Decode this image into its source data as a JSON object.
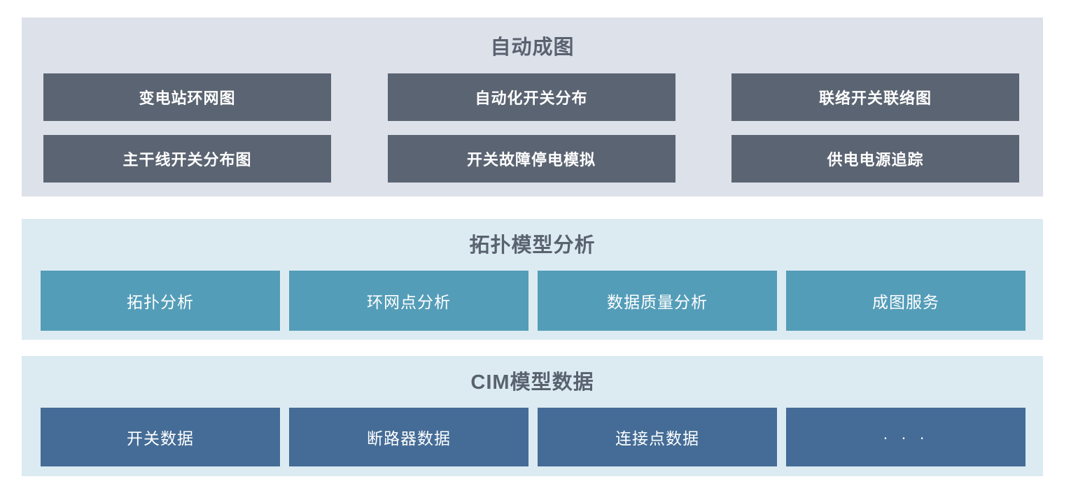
{
  "page": {
    "background": "#ffffff",
    "title_color": "#5a6270"
  },
  "sections": [
    {
      "title": "自动成图",
      "panel_bg": "#dde1e9",
      "box_bg": "#5b6472",
      "title_color": "#5a6270",
      "items": [
        "变电站环网图",
        "自动化开关分布",
        "联络开关联络图",
        "主干线开关分布图",
        "开关故障停电模拟",
        "供电电源追踪"
      ]
    },
    {
      "title": "拓扑模型分析",
      "panel_bg": "#dcebf2",
      "box_bg": "#549db8",
      "title_color": "#5a6270",
      "items": [
        "拓扑分析",
        "环网点分析",
        "数据质量分析",
        "成图服务"
      ]
    },
    {
      "title": "CIM模型数据",
      "panel_bg": "#dcebf2",
      "box_bg": "#446c96",
      "title_color": "#5a6270",
      "items": [
        "开关数据",
        "断路器数据",
        "连接点数据",
        "· · ·"
      ]
    }
  ]
}
